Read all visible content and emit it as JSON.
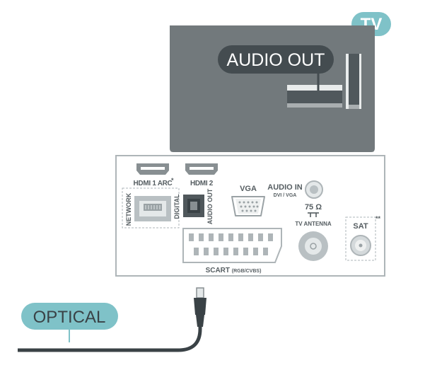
{
  "badge": {
    "tv": "TV"
  },
  "callouts": {
    "audio_out": "AUDIO OUT",
    "optical": "OPTICAL"
  },
  "ports": {
    "hdmi1": "HDMI 1 ARC",
    "hdmi2": "HDMI 2",
    "network": "NETWORK",
    "digital": "DIGITAL",
    "audio_out_vertical": "AUDIO OUT",
    "vga": "VGA",
    "audio_in": "AUDIO IN",
    "dvi_vga": "DVI / VGA",
    "ohm": "75 Ω",
    "tv_antenna": "TV ANTENNA",
    "sat": "SAT",
    "scart": "SCART",
    "scart_sub": "(RGB/CVBS)",
    "asterisk": "*",
    "double_asterisk": "**"
  },
  "colors": {
    "tv_body": "#72797c",
    "panel_border": "#aeb5b8",
    "callout_dark": "#444c50",
    "callout_teal": "#7fc2c8",
    "cable": "#3a4246",
    "port_gray": "#888f92"
  }
}
